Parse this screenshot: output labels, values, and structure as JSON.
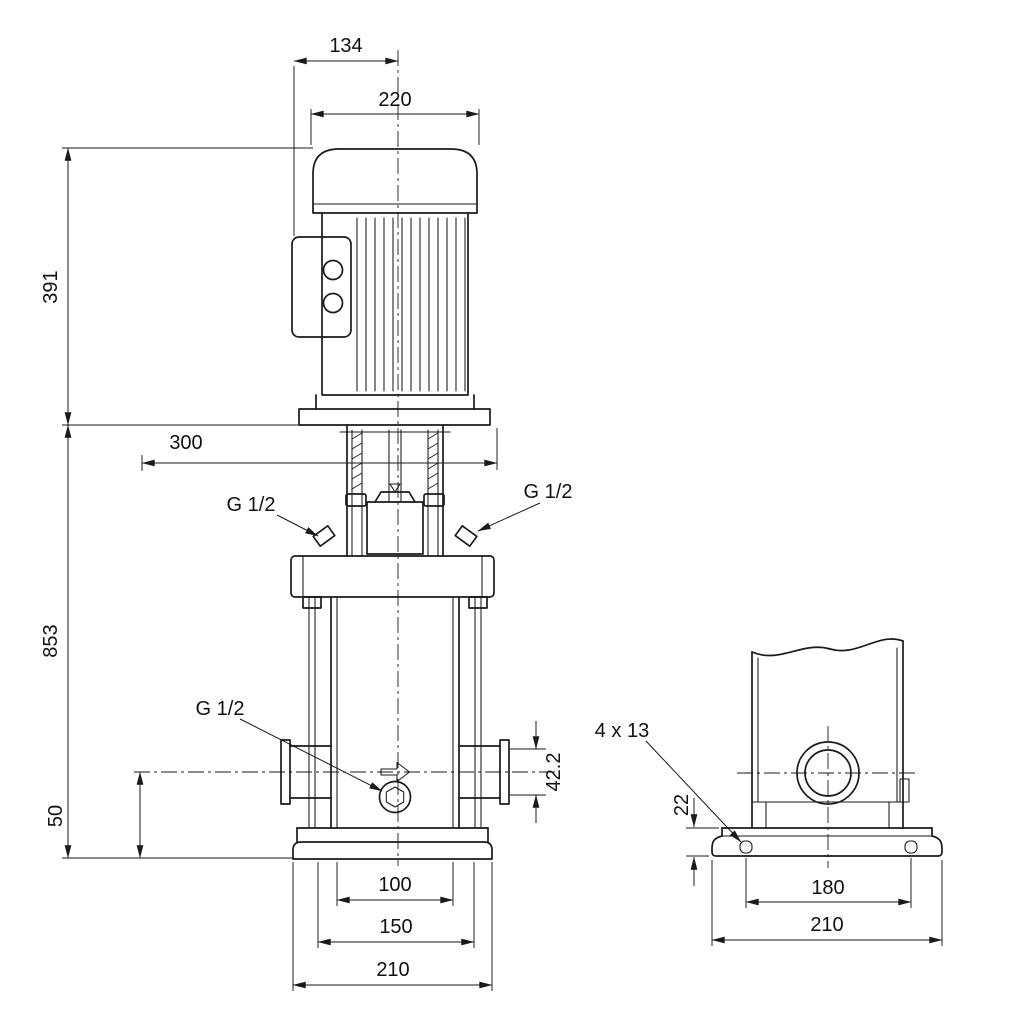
{
  "style": {
    "line_color": "#1a1a1a",
    "background": "#ffffff"
  },
  "front": {
    "cap_width": "134",
    "motor_width": "220",
    "motor_height": "391",
    "head_width": "300",
    "pump_height": "853",
    "plug_left": "G 1/2",
    "plug_right": "G 1/2",
    "drain_plug": "G 1/2",
    "port_bore": "42.2",
    "port_center_height": "50",
    "sleeve_width": "100",
    "tierod_span": "150",
    "base_width": "210"
  },
  "side": {
    "bolt_holes": "4 x 13",
    "base_height": "22",
    "hole_spacing": "180",
    "base_width": "210"
  }
}
